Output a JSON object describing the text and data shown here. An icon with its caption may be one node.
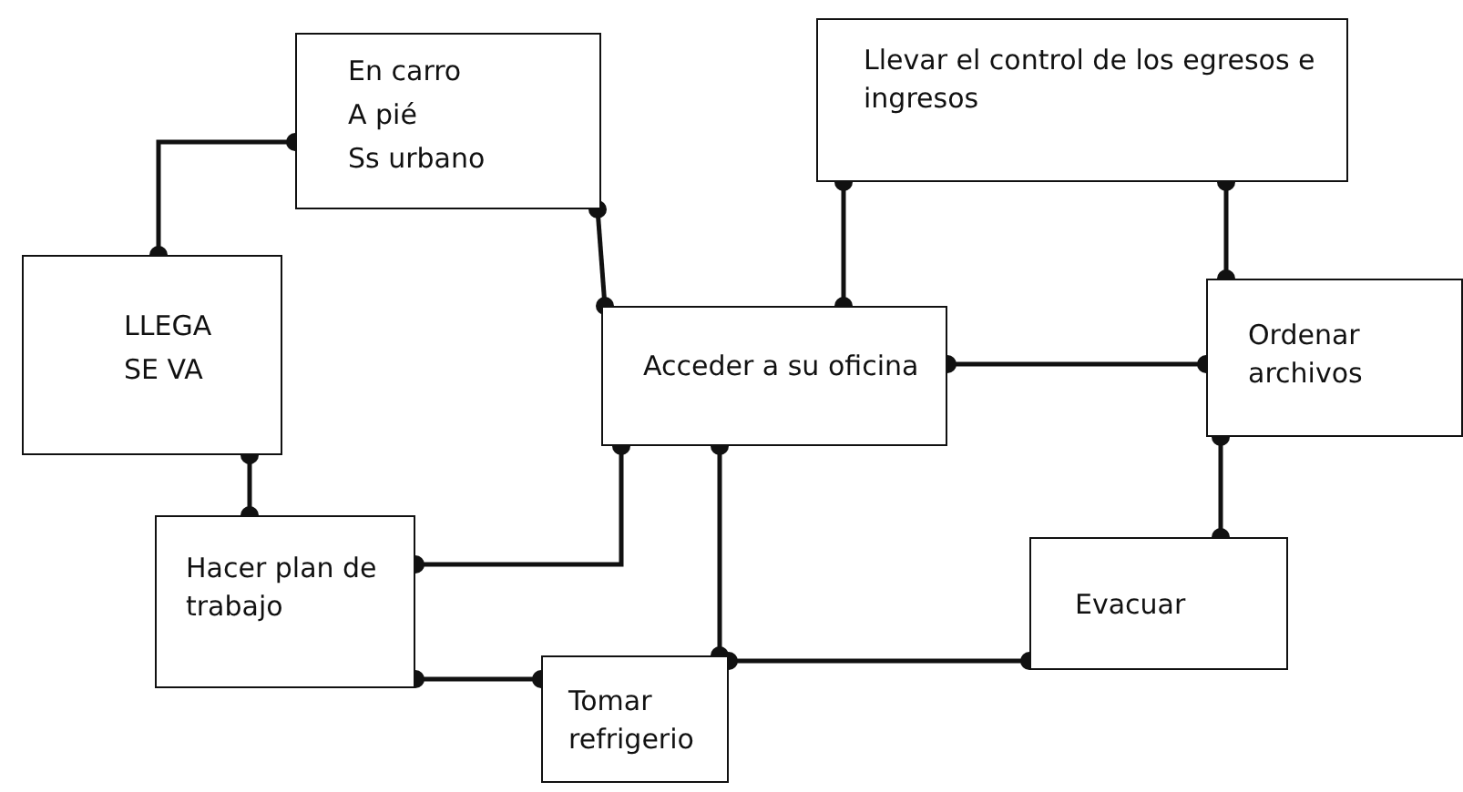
{
  "diagram": {
    "nodes": [
      {
        "text": [
          "En carro",
          "A pié",
          "Ss urbano"
        ]
      },
      {
        "text": [
          "Llevar el control de los egresos e ingresos"
        ]
      },
      {
        "text": [
          "LLEGA",
          "SE VA"
        ]
      },
      {
        "text": [
          "Acceder a su oficina"
        ]
      },
      {
        "text": [
          "Ordenar archivos"
        ]
      },
      {
        "text": [
          "Hacer plan de trabajo"
        ]
      },
      {
        "text": [
          "Evacuar"
        ]
      },
      {
        "text": [
          "Tomar refrigerio"
        ]
      }
    ],
    "edges": [
      {
        "from": 2,
        "to": 0,
        "arrow": "other"
      },
      {
        "from": 0,
        "to": 3,
        "arrow": "other"
      },
      {
        "from": 3,
        "to": 1,
        "arrow": "other"
      },
      {
        "from": 3,
        "to": 4,
        "arrow": "other"
      },
      {
        "from": 1,
        "to": 4,
        "arrow": "other"
      },
      {
        "from": 2,
        "to": 5,
        "arrow": "other"
      },
      {
        "from": 5,
        "to": 3,
        "arrow": "other"
      },
      {
        "from": 5,
        "to": 7,
        "arrow": "other"
      },
      {
        "from": 3,
        "to": 7,
        "arrow": "other"
      },
      {
        "from": 7,
        "to": 6,
        "arrow": "other"
      },
      {
        "from": 4,
        "to": 6,
        "arrow": "other"
      }
    ]
  }
}
